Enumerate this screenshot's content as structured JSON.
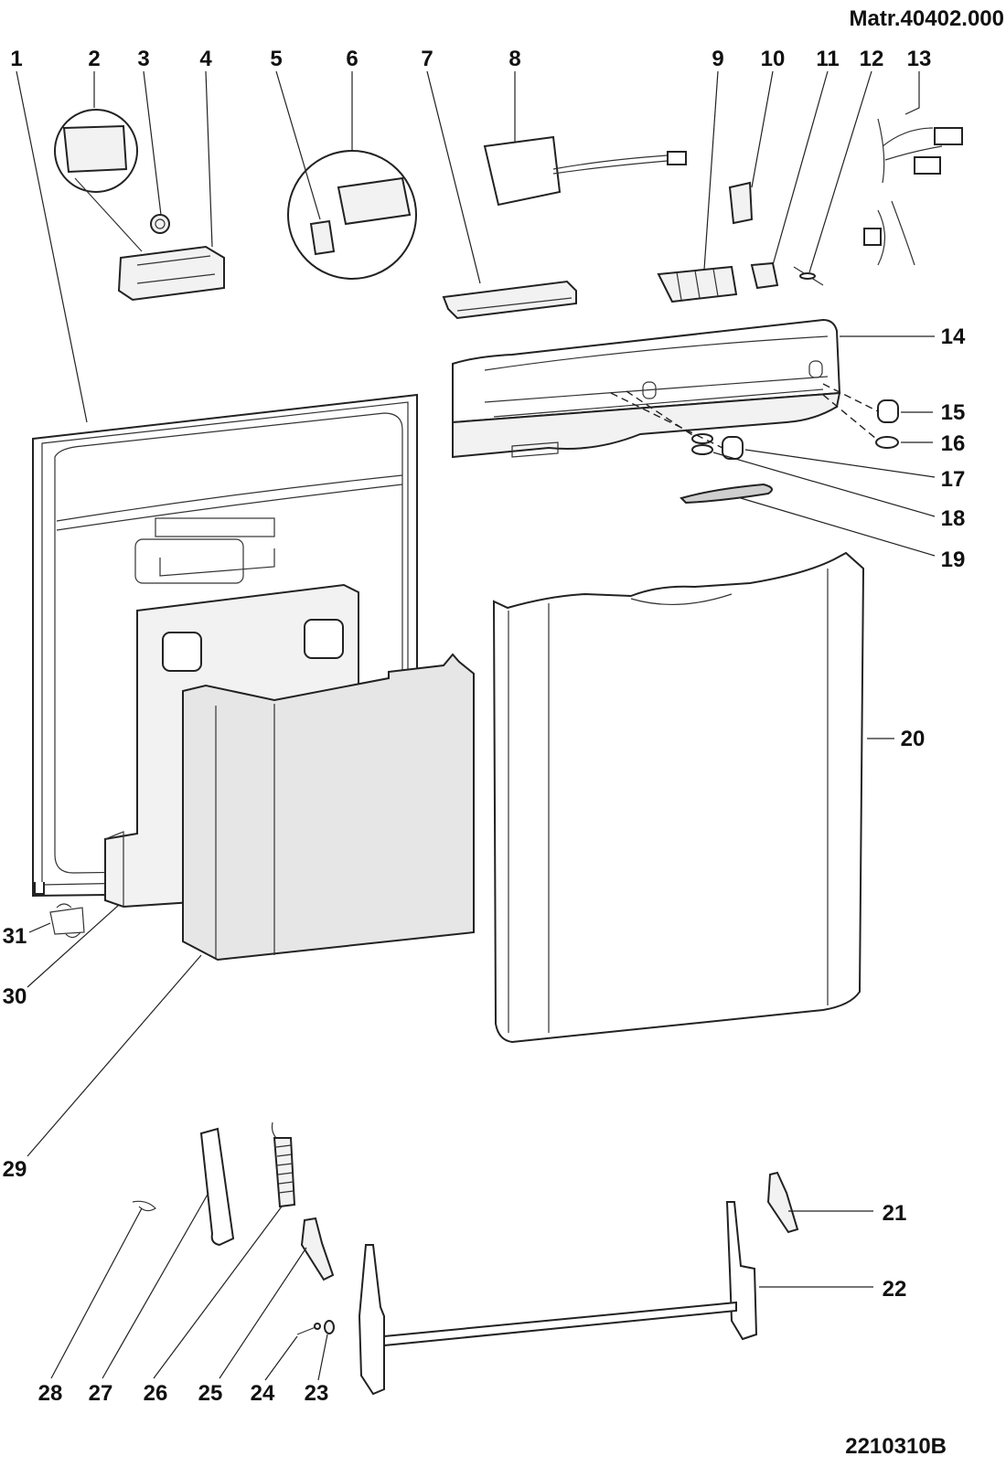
{
  "header": {
    "matr": "Matr.40402.000",
    "code": "2210310B"
  },
  "callouts": [
    {
      "id": "1",
      "label": "1"
    },
    {
      "id": "2",
      "label": "2"
    },
    {
      "id": "3",
      "label": "3"
    },
    {
      "id": "4",
      "label": "4"
    },
    {
      "id": "5",
      "label": "5"
    },
    {
      "id": "6",
      "label": "6"
    },
    {
      "id": "7",
      "label": "7"
    },
    {
      "id": "8",
      "label": "8"
    },
    {
      "id": "9",
      "label": "9"
    },
    {
      "id": "10",
      "label": "10"
    },
    {
      "id": "11",
      "label": "11"
    },
    {
      "id": "12",
      "label": "12"
    },
    {
      "id": "13",
      "label": "13"
    },
    {
      "id": "14",
      "label": "14"
    },
    {
      "id": "15",
      "label": "15"
    },
    {
      "id": "16",
      "label": "16"
    },
    {
      "id": "17",
      "label": "17"
    },
    {
      "id": "18",
      "label": "18"
    },
    {
      "id": "19",
      "label": "19"
    },
    {
      "id": "20",
      "label": "20"
    },
    {
      "id": "21",
      "label": "21"
    },
    {
      "id": "22",
      "label": "22"
    },
    {
      "id": "23",
      "label": "23"
    },
    {
      "id": "24",
      "label": "24"
    },
    {
      "id": "25",
      "label": "25"
    },
    {
      "id": "26",
      "label": "26"
    },
    {
      "id": "27",
      "label": "27"
    },
    {
      "id": "28",
      "label": "28"
    },
    {
      "id": "29",
      "label": "29"
    },
    {
      "id": "30",
      "label": "30"
    },
    {
      "id": "31",
      "label": "31"
    }
  ]
}
